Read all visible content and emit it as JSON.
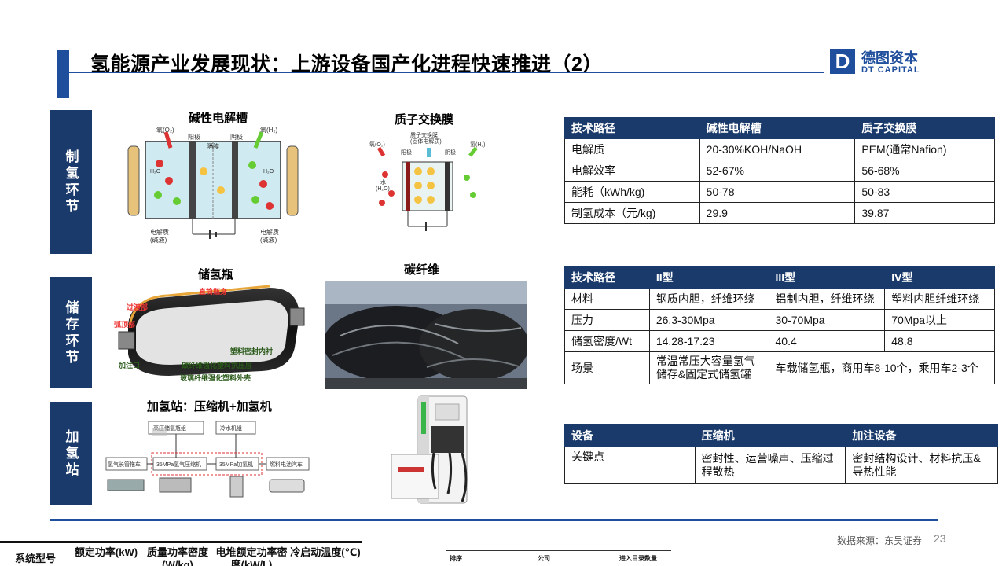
{
  "header": {
    "title": "氢能源产业发展现状：上游设备国产化进程快速推进（2）",
    "logo_mark": "D",
    "logo_cn": "德图资本",
    "logo_en": "DT CAPITAL"
  },
  "stages": [
    {
      "label": "制氢环节"
    },
    {
      "label": "储存环节"
    },
    {
      "label": "加氢站"
    }
  ],
  "figures": {
    "alkaline_caption": "碱性电解槽",
    "alkaline": {
      "o2": "氧(O₂)",
      "h2": "氧(H₂)",
      "anode": "阳极",
      "membrane": "隔膜",
      "cathode": "阴极",
      "electrolyte": "电解质",
      "electrolyte_sub": "(碱液)",
      "h2o": "H₂O"
    },
    "pem_caption": "质子交换膜",
    "pem": {
      "membrane": "质子交换膜",
      "membrane_sub": "(固体电解质)",
      "anode": "阳极",
      "cathode": "阴极",
      "o2": "氧(O₂)",
      "h2": "氢(H₂)",
      "water": "水",
      "water_sub": "(H₂O)"
    },
    "tank_caption": "储氢瓶",
    "tank": {
      "l1": "过渡部",
      "l2": "直筒瓶身",
      "l3": "弧顶部",
      "l4": "塑料密封内衬",
      "l5": "碳纤维强化塑料抗压层",
      "l6": "玻璃纤维强化塑料外壳",
      "l7": "加注口"
    },
    "carbon_caption": "碳纤维",
    "station_caption": "加氢站：压缩机+加氢机",
    "station": {
      "b1": "高压储氢瓶组",
      "b2": "冷水机组",
      "b3": "氢气长管拖车",
      "b4": "35MPa氢气压缩机",
      "b5": "35MPa加氢机",
      "b6": "燃料电池汽车"
    }
  },
  "table1": {
    "headers": [
      "技术路径",
      "碱性电解槽",
      "质子交换膜"
    ],
    "rows": [
      [
        "电解质",
        "20-30%KOH/NaOH",
        "PEM(通常Nafion)"
      ],
      [
        "电解效率",
        "52-67%",
        "56-68%"
      ],
      [
        "能耗（kWh/kg)",
        "50-78",
        "50-83"
      ],
      [
        "制氢成本（元/kg)",
        "29.9",
        "39.87"
      ]
    ]
  },
  "table2": {
    "headers": [
      "技术路径",
      "II型",
      "III型",
      "IV型"
    ],
    "rows": [
      [
        "材料",
        "钢质内胆，纤维环绕",
        "铝制内胆，纤维环绕",
        "塑料内胆纤维环绕"
      ],
      [
        "压力",
        "26.3-30Mpa",
        "30-70Mpa",
        "70Mpa以上"
      ],
      [
        "储氢密度/Wt",
        "14.28-17.23",
        "40.4",
        "48.8"
      ]
    ],
    "last_row": {
      "label": "场景",
      "ii": "常温常压大容量氢气储存&固定式储氢罐",
      "iii_iv": "车载储氢瓶，商用车8-10个，乘用车2-3个"
    }
  },
  "table3": {
    "headers": [
      "设备",
      "压缩机",
      "加注设备"
    ],
    "rows": [
      [
        "关键点",
        "密封性、运营噪声、压缩过程散热",
        "密封结构设计、材料抗压&导热性能"
      ]
    ]
  },
  "footer": {
    "source": "数据来源：东吴证券",
    "page": "23"
  },
  "cutoff": {
    "cols": [
      "系统型号",
      "额定功率(kW)",
      "质量功率密度(W/kg)",
      "电堆额定功率密度(kW/L)",
      "冷启动温度(℃)"
    ],
    "small_cols": [
      "排序",
      "公司",
      "进入目录数量"
    ]
  }
}
